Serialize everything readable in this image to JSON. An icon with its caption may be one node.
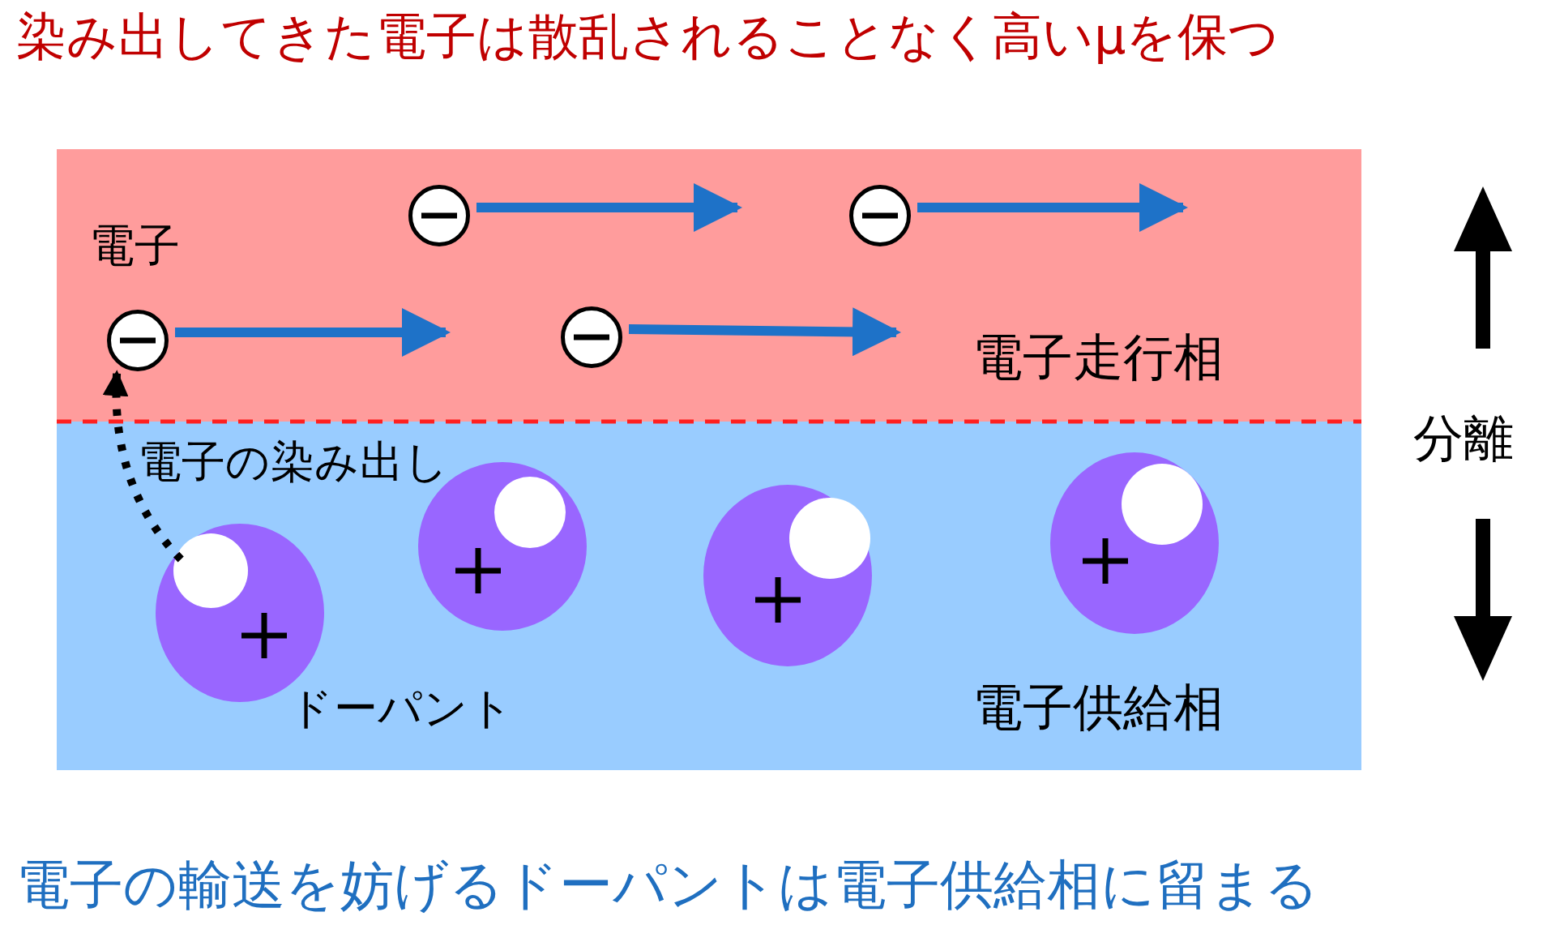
{
  "diagram": {
    "title": "染み出してきた電子は散乱されることなく高いμを保つ",
    "caption": "電子の輸送を妨げるドーパントは電子供給相に留まる",
    "nodes": [
      {
        "text": [
          "電子走行相"
        ]
      },
      {
        "text": [
          "電子供給相"
        ]
      },
      {
        "text": [],
        "shape": "circle",
        "in": 0,
        "beside": [
          "電子"
        ]
      },
      {
        "text": [],
        "shape": "circle",
        "in": 0
      },
      {
        "text": [],
        "shape": "circle",
        "in": 0
      },
      {
        "text": [],
        "shape": "circle",
        "in": 0
      },
      {
        "text": [],
        "shape": "circle",
        "in": 1
      },
      {
        "text": [],
        "shape": "circle",
        "in": 1
      },
      {
        "text": [],
        "shape": "circle",
        "in": 1
      },
      {
        "text": [],
        "shape": "circle",
        "in": 1
      }
    ],
    "edges": [
      {
        "from": 6,
        "to": 2,
        "arrow": "to",
        "style": "dashed",
        "color": "#000000"
      },
      {
        "from": 2,
        "to": null,
        "arrow": "to"
      },
      {
        "from": 3,
        "to": null,
        "arrow": "to"
      },
      {
        "from": 4,
        "to": null,
        "arrow": "to"
      },
      {
        "from": 5,
        "to": null,
        "arrow": "to"
      }
    ],
    "labels": [
      "電子の染み出し",
      "ドーパント",
      "分離"
    ]
  }
}
